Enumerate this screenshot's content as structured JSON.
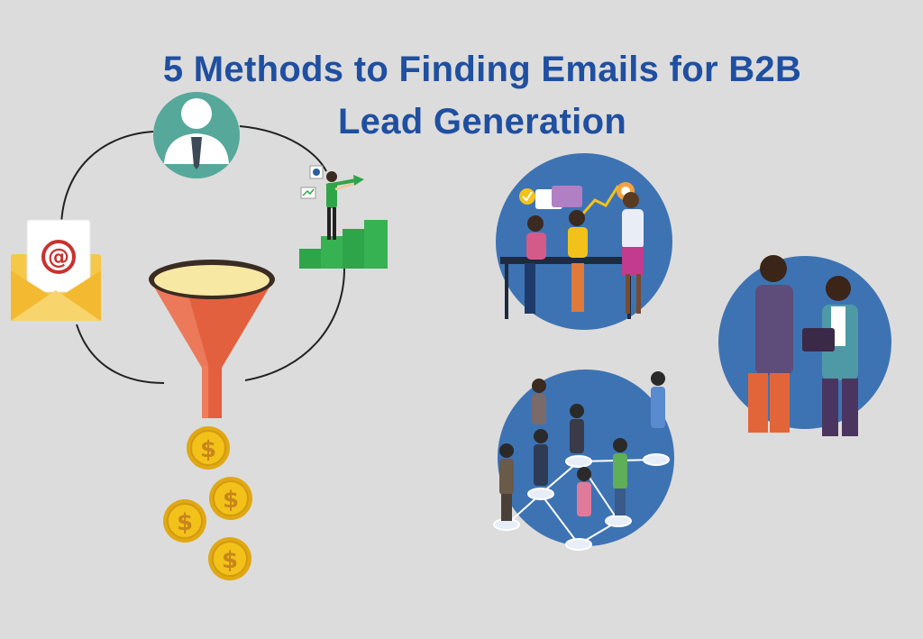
{
  "title": "5 Methods to Finding Emails for B2B Lead Generation",
  "colors": {
    "background": "#dcdcdc",
    "title": "#1f4fa0",
    "circle_blue": "#3d73b3",
    "funnel_orange": "#e3603f",
    "coin_gold": "#f2c21a",
    "envelope_yellow": "#f6c84a",
    "envelope_at_red": "#c8322e",
    "growth_green": "#2fa54a",
    "avatar_teal": "#56a89a"
  },
  "icons": {
    "avatar": "user-avatar-icon",
    "email": "email-envelope-icon",
    "growth": "growth-chart-icon",
    "funnel": "sales-funnel-icon",
    "coin": "dollar-coin-icon",
    "at_symbol": "@",
    "dollar_symbol": "$"
  },
  "illustrations": {
    "team_meeting": "team-meeting-illustration",
    "networking": "networking-illustration",
    "handshake": "business-conversation-illustration"
  }
}
